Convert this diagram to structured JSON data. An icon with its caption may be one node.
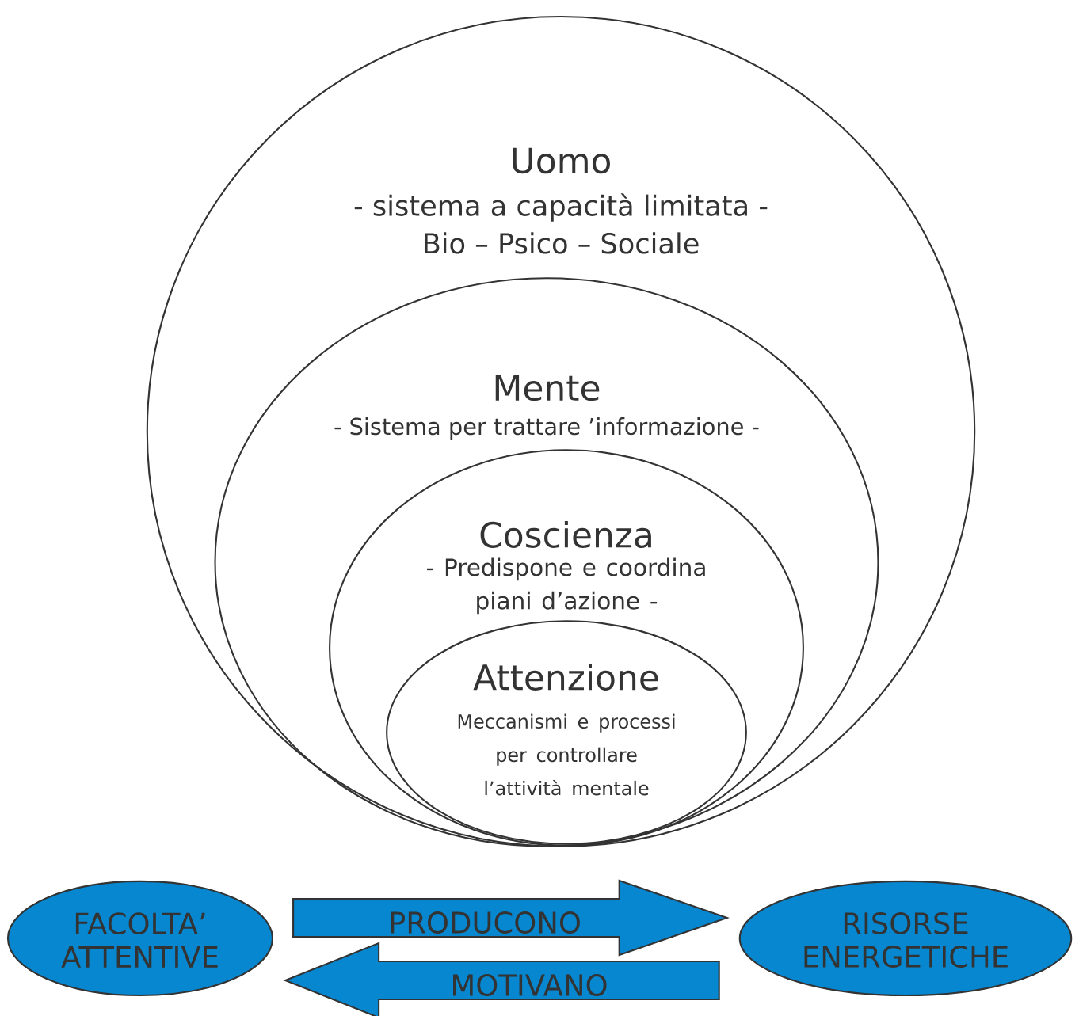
{
  "diagram": {
    "nodes": [
      {
        "text": [
          "Uomo",
          "- sistema a capacità limitata -",
          "Bio – Psico – Sociale"
        ]
      },
      {
        "text": [
          "Mente",
          "- Sistema per trattare ’informazione -"
        ],
        "in": 0
      },
      {
        "text": [
          "Coscienza",
          "- Predispone e coordina piani d’azione -"
        ],
        "in": 1
      },
      {
        "text": [
          "Attenzione",
          "Meccanismi e processi per controllare l’attività mentale"
        ],
        "in": 2
      },
      {
        "text": [
          "FACOLTA’ ATTENTIVE"
        ]
      },
      {
        "text": [
          "RISORSE ENERGETICHE"
        ]
      }
    ],
    "edges": [
      {
        "from": 4,
        "to": 5,
        "arrow": "to",
        "label": "PRODUCONO"
      },
      {
        "from": 5,
        "to": 4,
        "arrow": "to",
        "label": "MOTIVANO"
      }
    ]
  }
}
